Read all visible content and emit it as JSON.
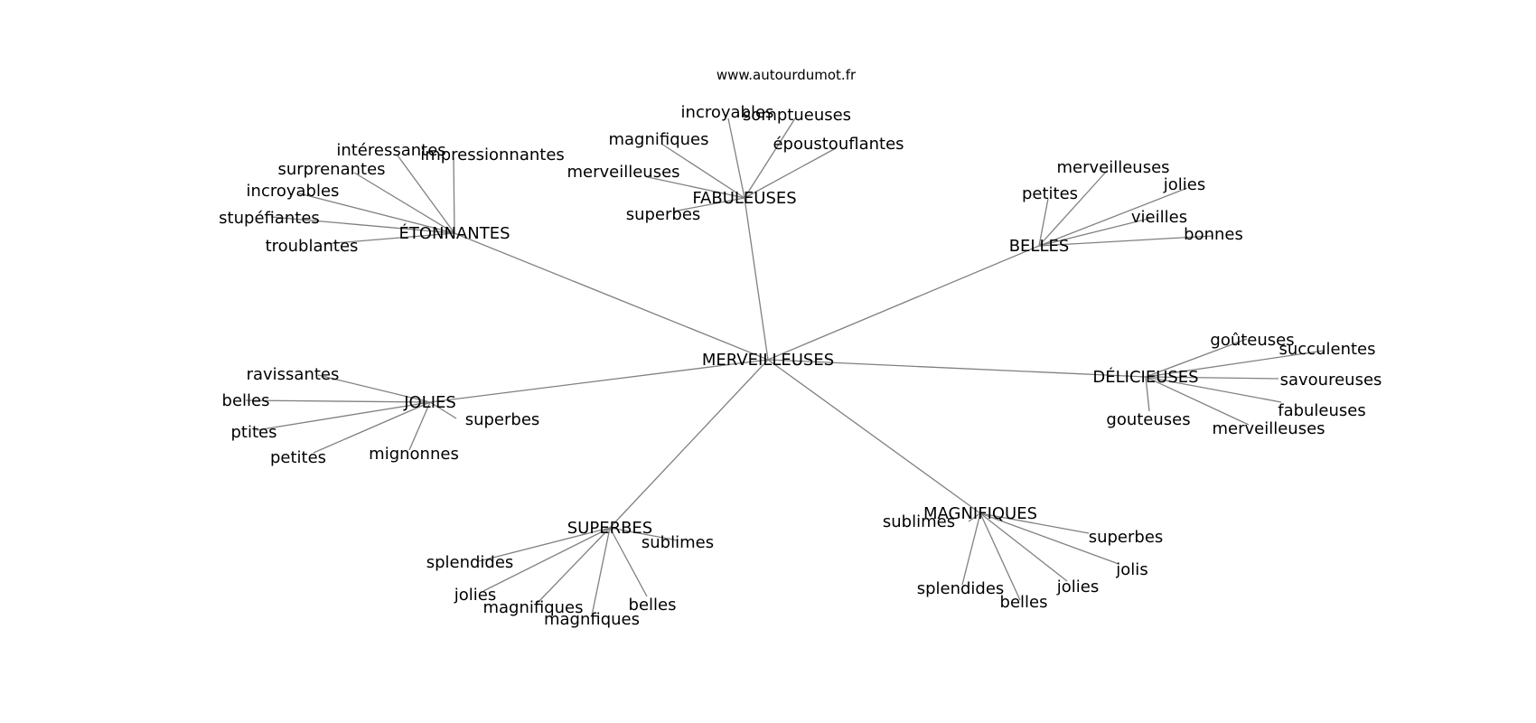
{
  "header": {
    "site": "www.autourdumot.fr"
  },
  "graph": {
    "center": {
      "label": "MERVEILLEUSES"
    },
    "hubs": [
      {
        "label": "ÉTONNANTES",
        "words": [
          "intéressantes",
          "impressionnantes",
          "surprenantes",
          "incroyables",
          "stupéfiantes",
          "troublantes"
        ]
      },
      {
        "label": "FABULEUSES",
        "words": [
          "incroyables",
          "somptueuses",
          "magnifiques",
          "époustouflantes",
          "merveilleuses",
          "superbes"
        ]
      },
      {
        "label": "BELLES",
        "words": [
          "merveilleuses",
          "jolies",
          "petites",
          "vieilles",
          "bonnes"
        ]
      },
      {
        "label": "DÉLICIEUSES",
        "words": [
          "goûteuses",
          "succulentes",
          "savoureuses",
          "fabuleuses",
          "gouteuses",
          "merveilleuses"
        ]
      },
      {
        "label": "MAGNIFIQUES",
        "words": [
          "sublimes",
          "superbes",
          "jolis",
          "jolies",
          "belles",
          "splendides"
        ]
      },
      {
        "label": "SUPERBES",
        "words": [
          "sublimes",
          "splendides",
          "jolies",
          "magnifiques",
          "magnfiques",
          "belles"
        ]
      },
      {
        "label": "JOLIES",
        "words": [
          "ravissantes",
          "belles",
          "ptites",
          "petites",
          "mignonnes",
          "superbes"
        ]
      }
    ]
  }
}
